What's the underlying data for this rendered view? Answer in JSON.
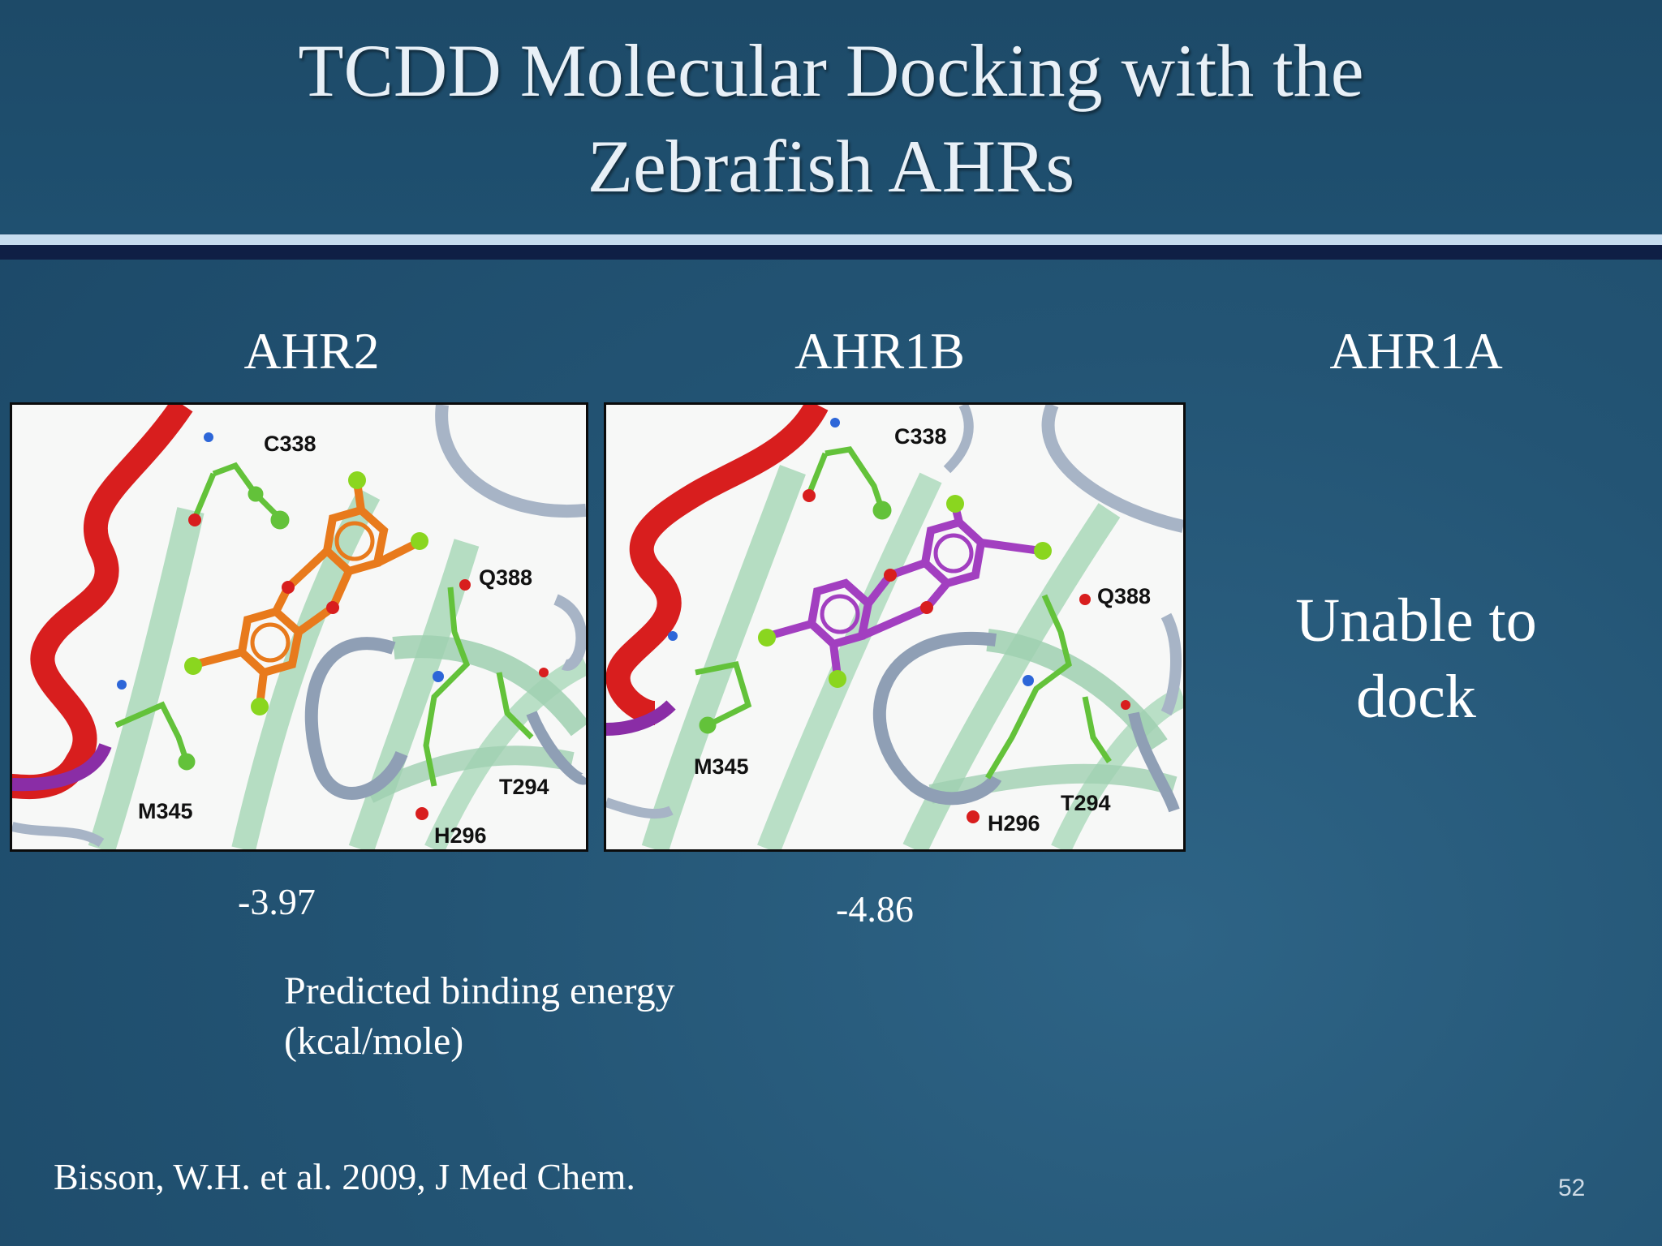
{
  "slide": {
    "title_line1": "TCDD Molecular Docking with the",
    "title_line2": "Zebrafish AHRs",
    "columns": [
      {
        "label": "AHR2",
        "binding_energy": "-3.97"
      },
      {
        "label": "AHR1B",
        "binding_energy": "-4.86"
      },
      {
        "label": "AHR1A",
        "result_line1": "Unable to",
        "result_line2": "dock"
      }
    ],
    "caption_line1": "Predicted binding energy",
    "caption_line2": "(kcal/mole)",
    "citation": "Bisson, W.H. et al. 2009, J Med Chem.",
    "page_number": "52"
  },
  "panels": [
    {
      "residues": [
        "C338",
        "Q388",
        "M345",
        "T294",
        "H296"
      ],
      "ligand_color": "#e87a1c"
    },
    {
      "residues": [
        "C338",
        "Q388",
        "M345",
        "T294",
        "H296"
      ],
      "ligand_color": "#a23fc0"
    }
  ],
  "colors": {
    "background": "#235474",
    "title_text": "#e8f0f7",
    "rule_light": "#c6dcef",
    "rule_dark": "#0f1f45"
  }
}
